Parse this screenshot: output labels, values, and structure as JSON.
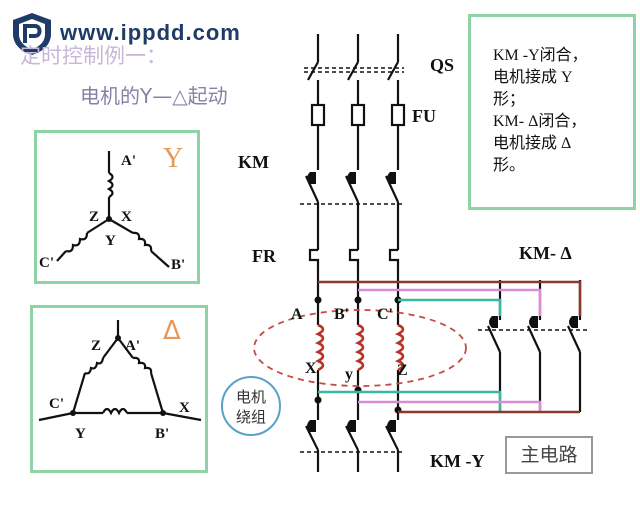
{
  "logo": {
    "text": "www.ippdd.com",
    "icon": "shield-logo-icon"
  },
  "title": "定时控制例一：",
  "subtitle": "电机的Y—△起动",
  "y_panel": {
    "symbol": "Y",
    "terminals": {
      "a": "A'",
      "b": "B'",
      "c": "C'",
      "z": "Z",
      "x": "X",
      "y": "Y"
    }
  },
  "delta_panel": {
    "symbol": "Δ",
    "terminals": {
      "z": "Z",
      "a": "A'",
      "c": "C'",
      "x": "X",
      "y": "Y",
      "b": "B'"
    }
  },
  "circuit_labels": {
    "qs": "QS",
    "fu": "FU",
    "km": "KM",
    "fr": "FR",
    "km_delta": "KM- Δ",
    "km_y": "KM -Y",
    "a": "A",
    "b": "B'",
    "c": "C'",
    "x": "X",
    "y": "y",
    "z": "Z"
  },
  "winding_callout": {
    "line1": "电机",
    "line2": "绕组"
  },
  "info_box": {
    "line1": "KM -Y闭合，",
    "line2": "电机接成 Y",
    "line3": "形；",
    "line4": "KM- Δ闭合，",
    "line5": "电机接成 Δ",
    "line6": "形。"
  },
  "main_circuit_label": "主电路",
  "colors": {
    "panel_border": "#8ed3a6",
    "coil_red": "#b83226",
    "phase_line_green": "#3cb6a0",
    "phase_line_pink": "#d98cd8",
    "phase_line_brown": "#8a3a2a",
    "symbol_orange": "#e59a5b",
    "ellipse_red": "#c64a3f"
  }
}
